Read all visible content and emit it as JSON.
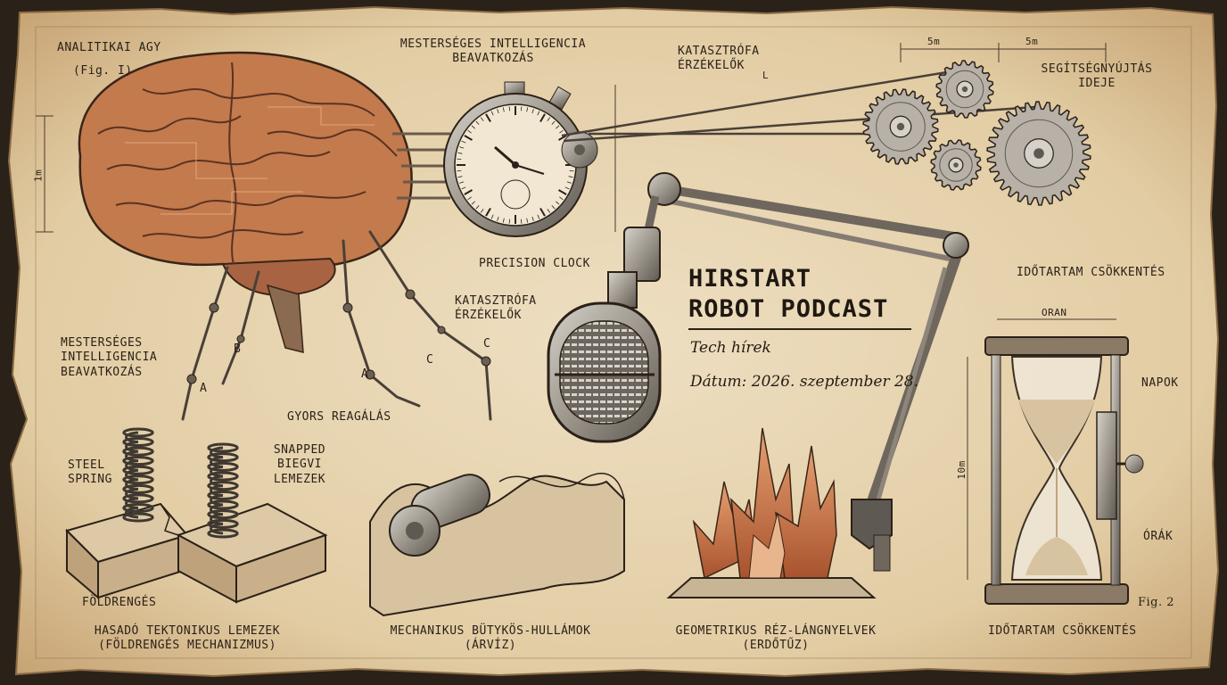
{
  "podcast": {
    "title_line1": "HIRSTART",
    "title_line2": "ROBOT PODCAST",
    "subtitle": "Tech hírek",
    "date": "Dátum: 2026. szeptember 28."
  },
  "labels": {
    "analitikai_agy": "ANALITIKAI AGY",
    "fig1": "(Fig. I)",
    "mi_beavatkozas_top_1": "MESTERSÉGES INTELLIGENCIA",
    "mi_beavatkozas_top_2": "BEAVATKOZÁS",
    "katasztrofa_top_1": "KATASZTRÓFA",
    "katasztrofa_top_2": "ÉRZÉKELŐK",
    "katasztrofa_top_L": "L",
    "dim_5m_a": "5m",
    "dim_5m_b": "5m",
    "segitseg_1": "SEGÍTSÉGNYÚJTÁS",
    "segitseg_2": "IDEJE",
    "precision_clock": "PRECISION CLOCK",
    "katasztrofa_mid_1": "KATASZTRÓFA",
    "katasztrofa_mid_2": "ÉRZÉKELŐK",
    "mi_left_1": "MESTERSÉGES",
    "mi_left_2": "INTELLIGENCIA",
    "mi_left_3": "BEAVATKOZÁS",
    "leg_b": "B",
    "leg_a1": "A",
    "leg_a2": "A",
    "leg_c1": "C",
    "leg_c2": "C",
    "gyors_reagalas": "GYORS REAGÁLÁS",
    "steel_spring_1": "STEEL",
    "steel_spring_2": "SPRING",
    "snapped_1": "SNAPPED",
    "snapped_2": "BIEGVI",
    "snapped_3": "LEMEZEK",
    "foldrenges": "FÖLDRENGÉS",
    "hasado_1": "HASADÓ TEKTONIKUS LEMEZEK",
    "hasado_2": "(FÖLDRENGÉS MECHANIZMUS)",
    "mechanikus_1": "MECHANIKUS BÜTYKÖS-HULLÁMOK",
    "mechanikus_2": "(ÁRVÍZ)",
    "geometrikus_1": "GEOMETRIKUS RÉZ-LÁNGNYELVEK",
    "geometrikus_2": "(ERDŐTŰZ)",
    "idotartam_top": "IDŐTARTAM CSÖKKENTÉS",
    "oran": "ORAN",
    "napok": "NAPOK",
    "orak": "ÓRÁK",
    "fig2": "Fig. 2",
    "idotartam_bottom": "IDŐTARTAM CSÖKKENTÉS",
    "dim_left": "1m",
    "dim_hourglass": "10m"
  },
  "colors": {
    "paper": "#e7d5b3",
    "paper_dark": "#c9ab7c",
    "ink": "#2b2118",
    "copper": "#b8643c",
    "copper_light": "#d9915e",
    "metal": "#a9a39a",
    "metal_dark": "#5e5952",
    "sand": "#d8c3a0"
  }
}
